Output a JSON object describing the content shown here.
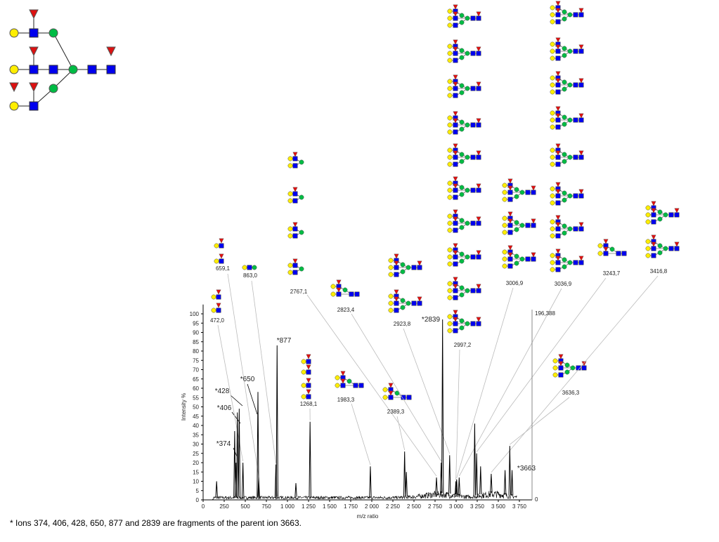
{
  "chart_data": {
    "type": "line",
    "xlabel": "m/z ratio",
    "ylabel": "Intensity %",
    "xlim": [
      0,
      3900
    ],
    "ylim": [
      0,
      105
    ],
    "x_ticks": [
      0,
      250,
      500,
      750,
      1000,
      1250,
      1500,
      1750,
      2000,
      2250,
      2500,
      2750,
      3000,
      3250,
      3500,
      3750
    ],
    "x_tick_labels": [
      "0",
      "250",
      "500",
      "750",
      "1 000",
      "1 250",
      "1 500",
      "1 750",
      "2 000",
      "2 250",
      "2 500",
      "2 750",
      "3 000",
      "3 250",
      "3 500",
      "3 750"
    ],
    "y_ticks": [
      0,
      5,
      10,
      15,
      20,
      25,
      30,
      35,
      40,
      45,
      50,
      55,
      60,
      65,
      70,
      75,
      80,
      85,
      90,
      95,
      100
    ],
    "y_tick_labels": [
      "0",
      "5",
      "10",
      "15",
      "20",
      "25",
      "30",
      "35",
      "40",
      "45",
      "50",
      "55",
      "60",
      "65",
      "70",
      "75",
      "80",
      "85",
      "90",
      "95",
      "100"
    ],
    "right_axis": {
      "top_label": "196,388",
      "bottom_label": "0"
    },
    "peaks": [
      {
        "mz": 160,
        "intensity": 10
      },
      {
        "mz": 374,
        "intensity": 37
      },
      {
        "mz": 390,
        "intensity": 20
      },
      {
        "mz": 406,
        "intensity": 47
      },
      {
        "mz": 428,
        "intensity": 49
      },
      {
        "mz": 472,
        "intensity": 20
      },
      {
        "mz": 650,
        "intensity": 58
      },
      {
        "mz": 659,
        "intensity": 12
      },
      {
        "mz": 863,
        "intensity": 19
      },
      {
        "mz": 877,
        "intensity": 83
      },
      {
        "mz": 1100,
        "intensity": 9
      },
      {
        "mz": 1268,
        "intensity": 42
      },
      {
        "mz": 1983,
        "intensity": 18
      },
      {
        "mz": 2389,
        "intensity": 26
      },
      {
        "mz": 2410,
        "intensity": 15
      },
      {
        "mz": 2767,
        "intensity": 12
      },
      {
        "mz": 2823,
        "intensity": 20
      },
      {
        "mz": 2839,
        "intensity": 97
      },
      {
        "mz": 2923,
        "intensity": 24
      },
      {
        "mz": 2997,
        "intensity": 10
      },
      {
        "mz": 3006,
        "intensity": 11
      },
      {
        "mz": 3036,
        "intensity": 12
      },
      {
        "mz": 3220,
        "intensity": 41
      },
      {
        "mz": 3243,
        "intensity": 25
      },
      {
        "mz": 3290,
        "intensity": 18
      },
      {
        "mz": 3416,
        "intensity": 14
      },
      {
        "mz": 3580,
        "intensity": 16
      },
      {
        "mz": 3636,
        "intensity": 29
      },
      {
        "mz": 3663,
        "intensity": 16
      }
    ],
    "fragment_labels": [
      {
        "text": "*374",
        "mz": 374,
        "intensity": 37
      },
      {
        "text": "*406",
        "mz": 406,
        "intensity": 47
      },
      {
        "text": "*428",
        "mz": 428,
        "intensity": 49
      },
      {
        "text": "*650",
        "mz": 650,
        "intensity": 58
      },
      {
        "text": "*877",
        "mz": 877,
        "intensity": 83
      },
      {
        "text": "*2839",
        "mz": 2839,
        "intensity": 97
      },
      {
        "text": "*3663",
        "mz": 3663,
        "intensity": 16
      }
    ],
    "structure_labels": [
      {
        "text": "472,0",
        "mz": 472
      },
      {
        "text": "659,1",
        "mz": 659
      },
      {
        "text": "863,0",
        "mz": 863
      },
      {
        "text": "1268,1",
        "mz": 1268
      },
      {
        "text": "1983,3",
        "mz": 1983
      },
      {
        "text": "2389,3",
        "mz": 2389
      },
      {
        "text": "2767,1",
        "mz": 2767
      },
      {
        "text": "2823,4",
        "mz": 2823
      },
      {
        "text": "2923,8",
        "mz": 2923
      },
      {
        "text": "2997,2",
        "mz": 2997
      },
      {
        "text": "3006,9",
        "mz": 3006
      },
      {
        "text": "3036,9",
        "mz": 3036
      },
      {
        "text": "3243,7",
        "mz": 3243
      },
      {
        "text": "3416,8",
        "mz": 3416
      },
      {
        "text": "3636,3",
        "mz": 3636
      }
    ],
    "grid": false,
    "legend": "none"
  },
  "footnote": "* Ions 374, 406, 428, 650, 877 and 2839 are fragments of the parent ion 3663.",
  "colors": {
    "galactose": "#ffee00",
    "glcnac": "#0000ee",
    "mannose": "#00bb44",
    "fucose": "#dd1111",
    "line": "#000000",
    "leader": "#bbbbbb"
  }
}
